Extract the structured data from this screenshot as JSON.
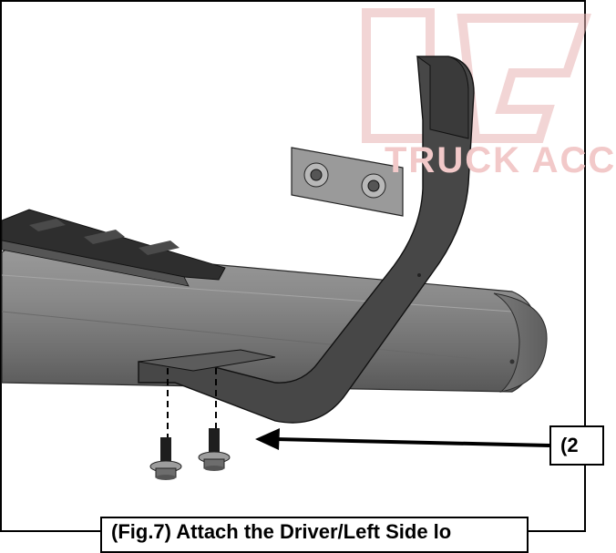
{
  "watermark": {
    "text": "TRUCK ACC"
  },
  "callout": {
    "label": "(2"
  },
  "caption": {
    "text": "(Fig.7) Attach the Driver/Left Side lo"
  },
  "colors": {
    "tube": "#7b7b7b",
    "bracket": "#4a4a4a",
    "watermark": "#e8b3b3",
    "outline": "#000000"
  }
}
